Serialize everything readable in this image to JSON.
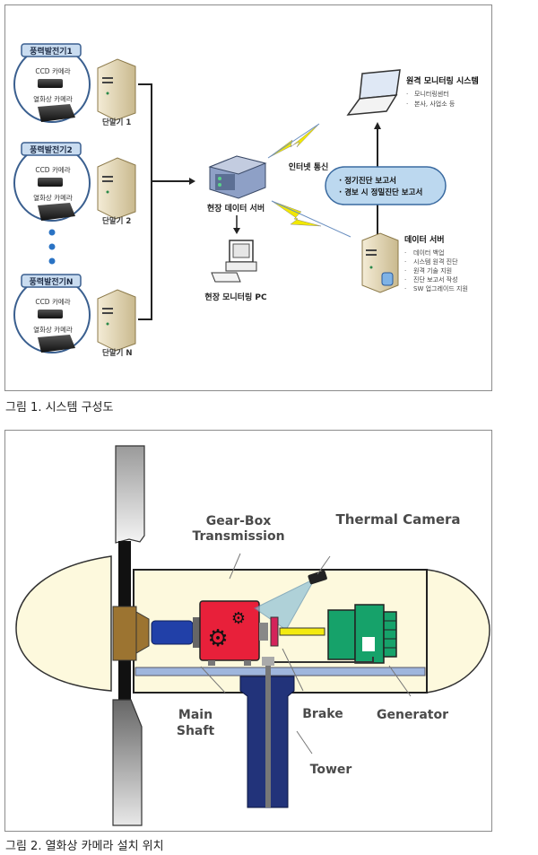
{
  "figure1": {
    "caption": "그림 1. 시스템 구성도",
    "turbines": [
      {
        "label": "풍력발전기1",
        "ccd_label": "CCD 카메라",
        "thermal_label": "열화상 카메라",
        "terminal_label": "단말기 1"
      },
      {
        "label": "풍력발전기2",
        "ccd_label": "CCD 카메라",
        "thermal_label": "열화상 카메라",
        "terminal_label": "단말기 2"
      },
      {
        "label": "풍력발전기N",
        "ccd_label": "CCD 카메라",
        "thermal_label": "열화상 카메라",
        "terminal_label": "단말기 N"
      }
    ],
    "site_server_label": "현장 데이터 서버",
    "site_pc_label": "현장 모니터링 PC",
    "internet_label": "인터넷 통신",
    "remote_system": {
      "title": "원격 모니터링 시스템",
      "items": [
        "모니터링센터",
        "본사, 사업소 등"
      ]
    },
    "report_bubble": {
      "items": [
        "· 정기진단 보고서",
        "· 경보 시 정밀진단 보고서"
      ]
    },
    "data_server": {
      "title": "데이터 서버",
      "items": [
        "데이터 백업",
        "시스템 원격 진단",
        "원격 기술 지원",
        "진단 보고서 작성",
        "SW 업그레이드 지원"
      ]
    },
    "colors": {
      "turbine_tag_fill": "#c9dcf0",
      "turbine_circle": "#3a5f8f",
      "dots": "#2a73c4",
      "bubble_fill": "#bcd8ef",
      "lightning": "#f2e800"
    }
  },
  "figure2": {
    "caption": "그림 2. 열화상 카메라 설치 위치",
    "labels": {
      "gearbox": "Gear-Box",
      "transmission": "Transmission",
      "thermal_camera": "Thermal Camera",
      "main": "Main",
      "shaft": "Shaft",
      "brake": "Brake",
      "generator": "Generator",
      "tower": "Tower"
    },
    "colors": {
      "nacelle": "#fdf9dd",
      "gearbox": "#e8203a",
      "generator": "#16a26a",
      "shaft": "#2140a8",
      "output_shaft": "#f3ea10",
      "hub": "#9c7431",
      "tower": "#22337a",
      "base": "#9fb6dd",
      "brake": "#d4245a",
      "fov": "#8fc1d6",
      "label": "#4a4a4a"
    }
  }
}
